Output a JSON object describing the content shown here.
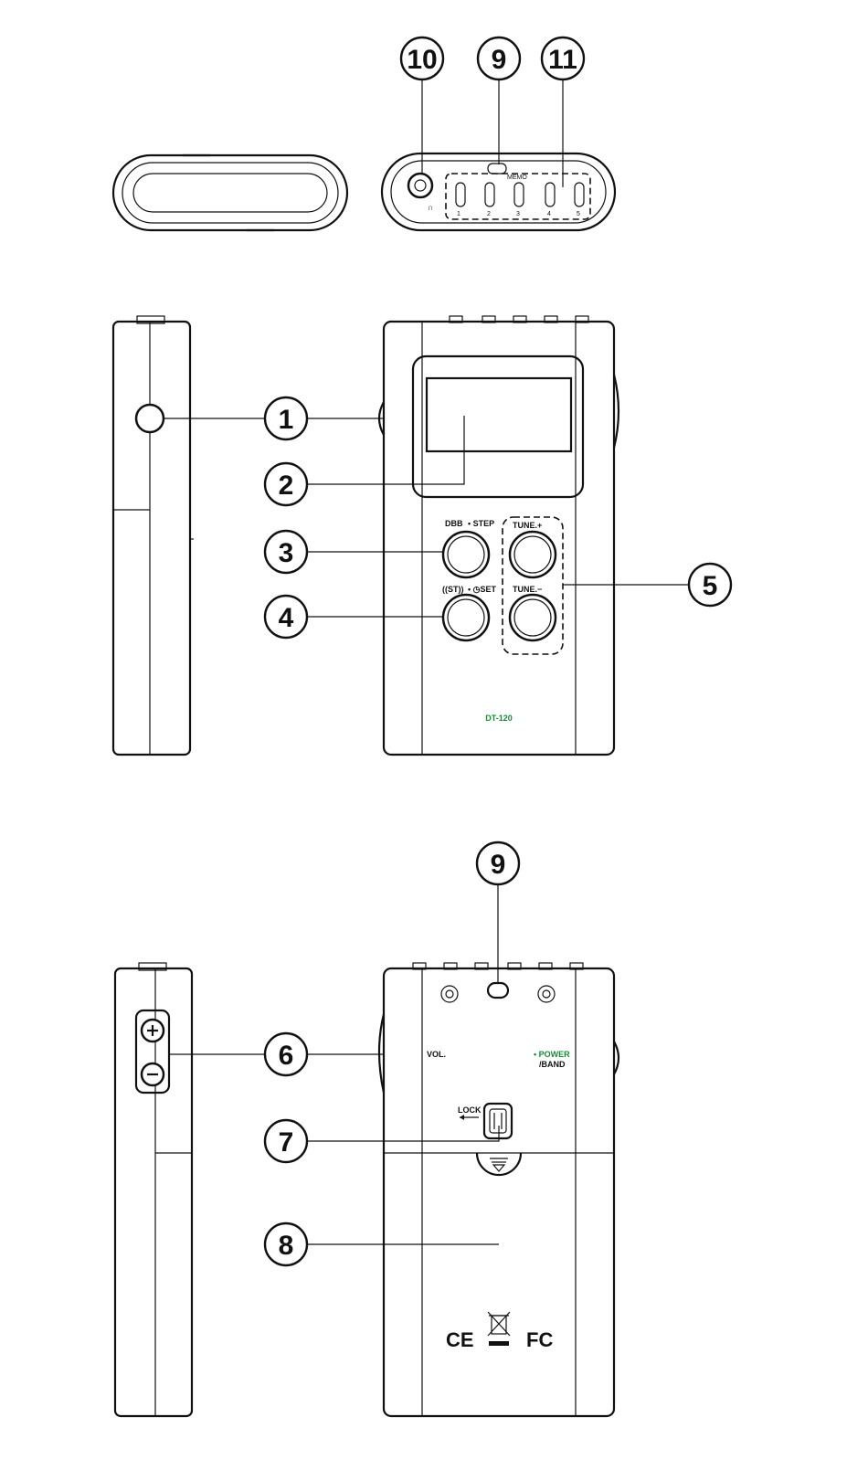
{
  "callouts": {
    "c1": "1",
    "c2": "2",
    "c3": "3",
    "c4": "4",
    "c5": "5",
    "c6": "6",
    "c7": "7",
    "c8": "8",
    "c9_top": "9",
    "c9_bottom": "9",
    "c10": "10",
    "c11": "11"
  },
  "top_view": {
    "memo_label": "MEMO",
    "presets": [
      "1",
      "2",
      "3",
      "4",
      "5"
    ]
  },
  "front": {
    "dbb_label": "DBB",
    "step_label": "• STEP",
    "st_label": "((ST))",
    "set_label": "• ◷SET",
    "tune_plus_label": "TUNE.+",
    "tune_minus_label": "TUNE.−",
    "model": "DT-120"
  },
  "back": {
    "vol_label": "VOL.",
    "power_label": "• POWER",
    "band_label": "/BAND",
    "lock_label": "LOCK",
    "cert_ce": "CE",
    "cert_fc": "FC"
  },
  "colors": {
    "accent_green": "#1a8a3a"
  }
}
